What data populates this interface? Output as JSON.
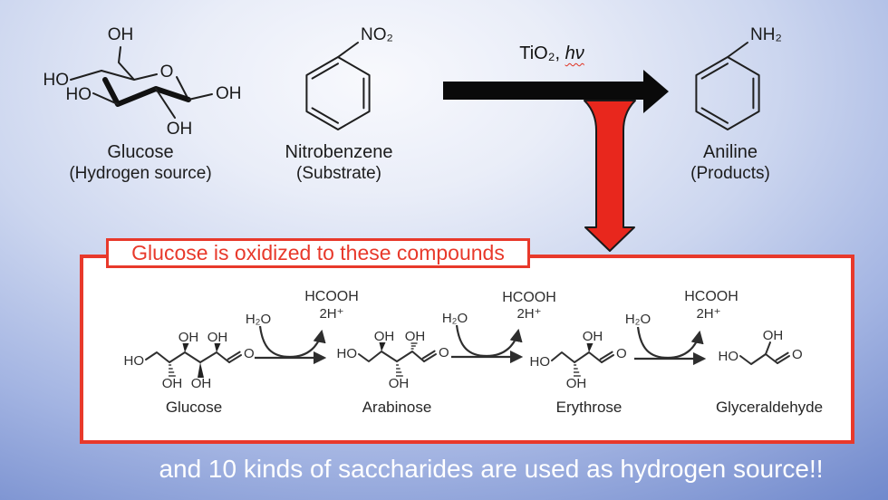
{
  "scene": {
    "reaction": {
      "glucose": {
        "name": "Glucose",
        "role": "(Hydrogen source)",
        "atoms": {
          "oh_top": "OH",
          "ho_upper": "HO",
          "ho_lower": "HO",
          "ring_o": "O",
          "oh_right": "OH",
          "oh_bottom": "OH"
        }
      },
      "nitrobenzene": {
        "name": "Nitrobenzene",
        "role": "(Substrate)",
        "substituent": "NO₂"
      },
      "catalyst": {
        "text": "TiO₂, ",
        "light": "hν"
      },
      "aniline": {
        "name": "Aniline",
        "role": "(Products)",
        "substituent": "NH₂"
      }
    },
    "box": {
      "title": "Glucose is oxidized to these compounds",
      "steps": [
        {
          "reagent": "H₂O",
          "product": "HCOOH",
          "protons": "2H⁺"
        },
        {
          "reagent": "H₂O",
          "product": "HCOOH",
          "protons": "2H⁺"
        },
        {
          "reagent": "H₂O",
          "product": "HCOOH",
          "protons": "2H⁺"
        }
      ],
      "compounds": [
        {
          "name": "Glucose",
          "atoms": {
            "ho": "HO",
            "oh_up1": "OH",
            "oh_up2": "OH",
            "oh_down1": "OH",
            "oh_down2": "OH",
            "o": "O"
          }
        },
        {
          "name": "Arabinose",
          "atoms": {
            "ho": "HO",
            "oh_up1": "OH",
            "oh_up2": "OH",
            "oh_down1": "OH",
            "o": "O"
          }
        },
        {
          "name": "Erythrose",
          "atoms": {
            "ho": "HO",
            "oh_up": "OH",
            "oh_down": "OH",
            "o": "O"
          }
        },
        {
          "name": "Glyceraldehyde",
          "atoms": {
            "ho": "HO",
            "oh_up": "OH",
            "o": "O"
          }
        }
      ]
    },
    "footer": "and 10 kinds of saccharides are used as hydrogen source!!",
    "colors": {
      "accent_red": "#e8392b",
      "arrow_red": "#e8271d",
      "arrow_black": "#0a0a0a",
      "structure_ink": "#2f2f2f",
      "footer_text": "#ffffff"
    }
  }
}
